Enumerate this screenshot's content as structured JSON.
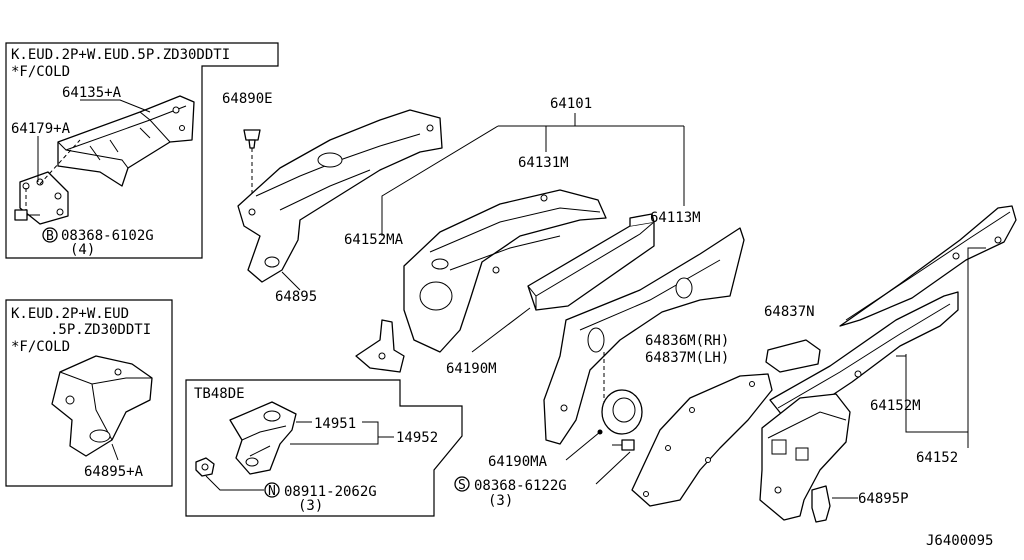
{
  "diagram_code": "J6400095",
  "boxes": {
    "top_left": {
      "spec_line1": "K.EUD.2P+W.EUD.5P.ZD30DDTI",
      "spec_line2": "*F/COLD",
      "labels": [
        "64135+A",
        "64179+A"
      ],
      "bolt_symbol": "B",
      "bolt_part": "08368-6102G",
      "bolt_qty": "(4)"
    },
    "bottom_left": {
      "spec_line1": "K.EUD.2P+W.EUD",
      "spec_line2": ".5P.ZD30DDTI",
      "spec_line3": "*F/COLD",
      "labels": [
        "64895+A"
      ]
    },
    "tb48de": {
      "title": "TB48DE",
      "labels": [
        "14951",
        "14952"
      ],
      "nut_symbol": "N",
      "nut_part": "08911-2062G",
      "nut_qty": "(3)"
    }
  },
  "parts": {
    "p64890E": "64890E",
    "p64895": "64895",
    "p64101": "64101",
    "p64131M": "64131M",
    "p64113M": "64113M",
    "p64152MA": "64152MA",
    "p64190M": "64190M",
    "p64190MA": "64190MA",
    "p64836M": "64836M(RH)",
    "p64837M": "64837M(LH)",
    "p64837N": "64837N",
    "p64152M": "64152M",
    "p64152": "64152",
    "p64895P": "64895P",
    "screw_symbol": "S",
    "screw_part": "08368-6122G",
    "screw_qty": "(3)"
  }
}
